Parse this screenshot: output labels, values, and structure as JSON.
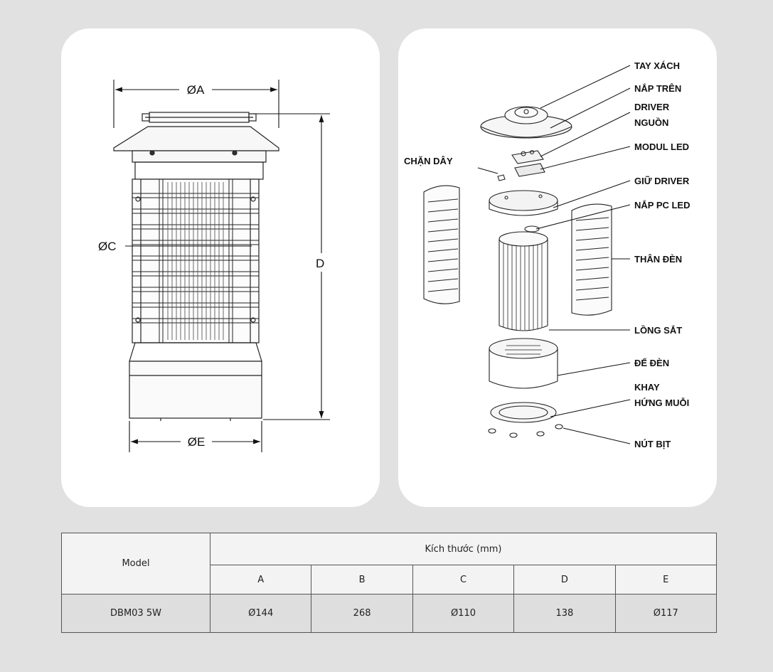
{
  "dimension_labels": {
    "a": "ØA",
    "c": "ØC",
    "d": "D",
    "e": "ØE"
  },
  "parts": [
    {
      "id": "tay-xach",
      "label": "TAY XÁCH"
    },
    {
      "id": "nap-tren",
      "label": "NẮP TRÊN"
    },
    {
      "id": "driver-nguon",
      "label": [
        "DRIVER",
        "NGUỒN"
      ]
    },
    {
      "id": "modul-led",
      "label": "MODUL LED"
    },
    {
      "id": "chan-day",
      "label": "CHẶN DÂY"
    },
    {
      "id": "giu-driver",
      "label": "GIỮ DRIVER"
    },
    {
      "id": "nap-pc-led",
      "label": "NẮP PC LED"
    },
    {
      "id": "than-den",
      "label": "THÂN ĐÈN"
    },
    {
      "id": "long-sat",
      "label": "LỒNG SẮT"
    },
    {
      "id": "de-den",
      "label": "ĐẾ ĐÈN"
    },
    {
      "id": "khay-hung-muoi",
      "label": [
        "KHAY",
        "HỨNG MUỖI"
      ]
    },
    {
      "id": "nut-bit",
      "label": "NÚT BỊT"
    }
  ],
  "table": {
    "model_header": "Model",
    "size_header": "Kích thước (mm)",
    "columns": [
      "A",
      "B",
      "C",
      "D",
      "E"
    ],
    "rows": [
      {
        "model": "DBM03 5W",
        "values": [
          "Ø144",
          "268",
          "Ø110",
          "138",
          "Ø117"
        ]
      }
    ]
  }
}
